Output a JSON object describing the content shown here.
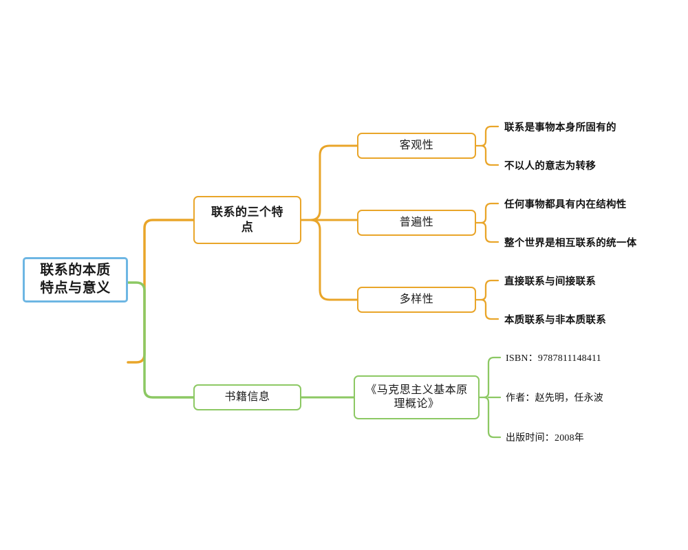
{
  "diagram": {
    "type": "mind-map",
    "title": "联系的本质特点与意义",
    "colors": {
      "root_border": "#6DB6E3",
      "orange_branch": "#E9A529",
      "green_branch": "#8CC863",
      "text": "#1a1a1a",
      "background": "#ffffff"
    },
    "root": {
      "label": "联系的本质\n特点与意义",
      "line1": "联系的本质",
      "line2": "特点与意义"
    },
    "branches": [
      {
        "id": "features",
        "label": "联系的三个特\n点",
        "line1": "联系的三个特",
        "line2": "点",
        "color": "#E9A529",
        "children": [
          {
            "label": "客观性",
            "leaves": [
              "联系是事物本身所固有的",
              "不以人的意志为转移"
            ]
          },
          {
            "label": "普遍性",
            "leaves": [
              "任何事物都具有内在结构性",
              "整个世界是相互联系的统一体"
            ]
          },
          {
            "label": "多样性",
            "leaves": [
              "直接联系与间接联系",
              "本质联系与非本质联系"
            ]
          }
        ]
      },
      {
        "id": "book-info",
        "label": "书籍信息",
        "color": "#8CC863",
        "children": [
          {
            "label": "《马克思主义基本原\n理概论》",
            "line1": "《马克思主义基本原",
            "line2": "理概论》",
            "leaves": [
              "ISBN：9787811148411",
              "作者：赵先明，任永波",
              "出版时间：2008年"
            ]
          }
        ]
      }
    ]
  }
}
